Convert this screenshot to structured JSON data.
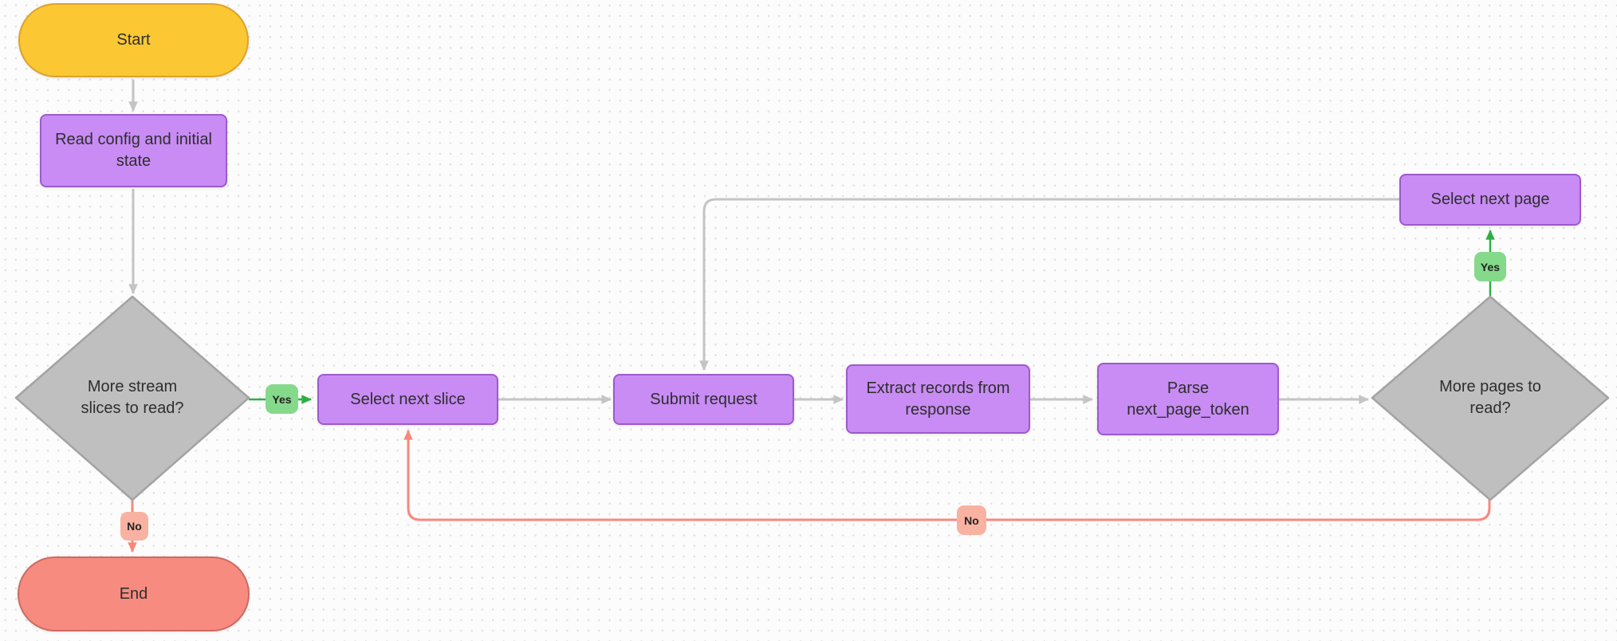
{
  "canvas": {
    "background": "#FCFCFC",
    "dot_color": "#E0E0E0"
  },
  "nodes": {
    "start": {
      "label": "Start",
      "shape": "terminator",
      "fill": "#FBC733",
      "border": "#DCA32C"
    },
    "read_config": {
      "label": "Read config and initial\nstate",
      "shape": "process",
      "fill": "#C88CF4",
      "border": "#9D5ACF"
    },
    "more_slices": {
      "label": "More stream\nslices to read?",
      "shape": "decision",
      "fill": "#C0BFBF",
      "border": "#A4A3A3"
    },
    "select_next_slice": {
      "label": "Select next slice",
      "shape": "process",
      "fill": "#C88CF4",
      "border": "#9D5ACF"
    },
    "submit_request": {
      "label": "Submit request",
      "shape": "process",
      "fill": "#C88CF4",
      "border": "#9D5ACF"
    },
    "extract_records": {
      "label": "Extract records from\nresponse",
      "shape": "process",
      "fill": "#C88CF4",
      "border": "#9D5ACF"
    },
    "parse_next_page_token": {
      "label": "Parse\nnext_page_token",
      "shape": "process",
      "fill": "#C88CF4",
      "border": "#9D5ACF"
    },
    "more_pages": {
      "label": "More pages to\nread?",
      "shape": "decision",
      "fill": "#C0BFBF",
      "border": "#A4A3A3"
    },
    "select_next_page": {
      "label": "Select next page",
      "shape": "process",
      "fill": "#C88CF4",
      "border": "#9D5ACF"
    },
    "end": {
      "label": "End",
      "shape": "terminator",
      "fill": "#F78B80",
      "border": "#CE6A62"
    }
  },
  "edge_labels": {
    "slices_yes": {
      "label": "Yes",
      "fill": "#85D98A"
    },
    "slices_no": {
      "label": "No",
      "fill": "#F9B2A1"
    },
    "pages_yes": {
      "label": "Yes",
      "fill": "#85D98A"
    },
    "pages_no": {
      "label": "No",
      "fill": "#F9B2A1"
    }
  },
  "edge_colors": {
    "default": "#C5C4C4",
    "yes_branch": "#2FAF45",
    "no_branch": "#F8887D"
  }
}
